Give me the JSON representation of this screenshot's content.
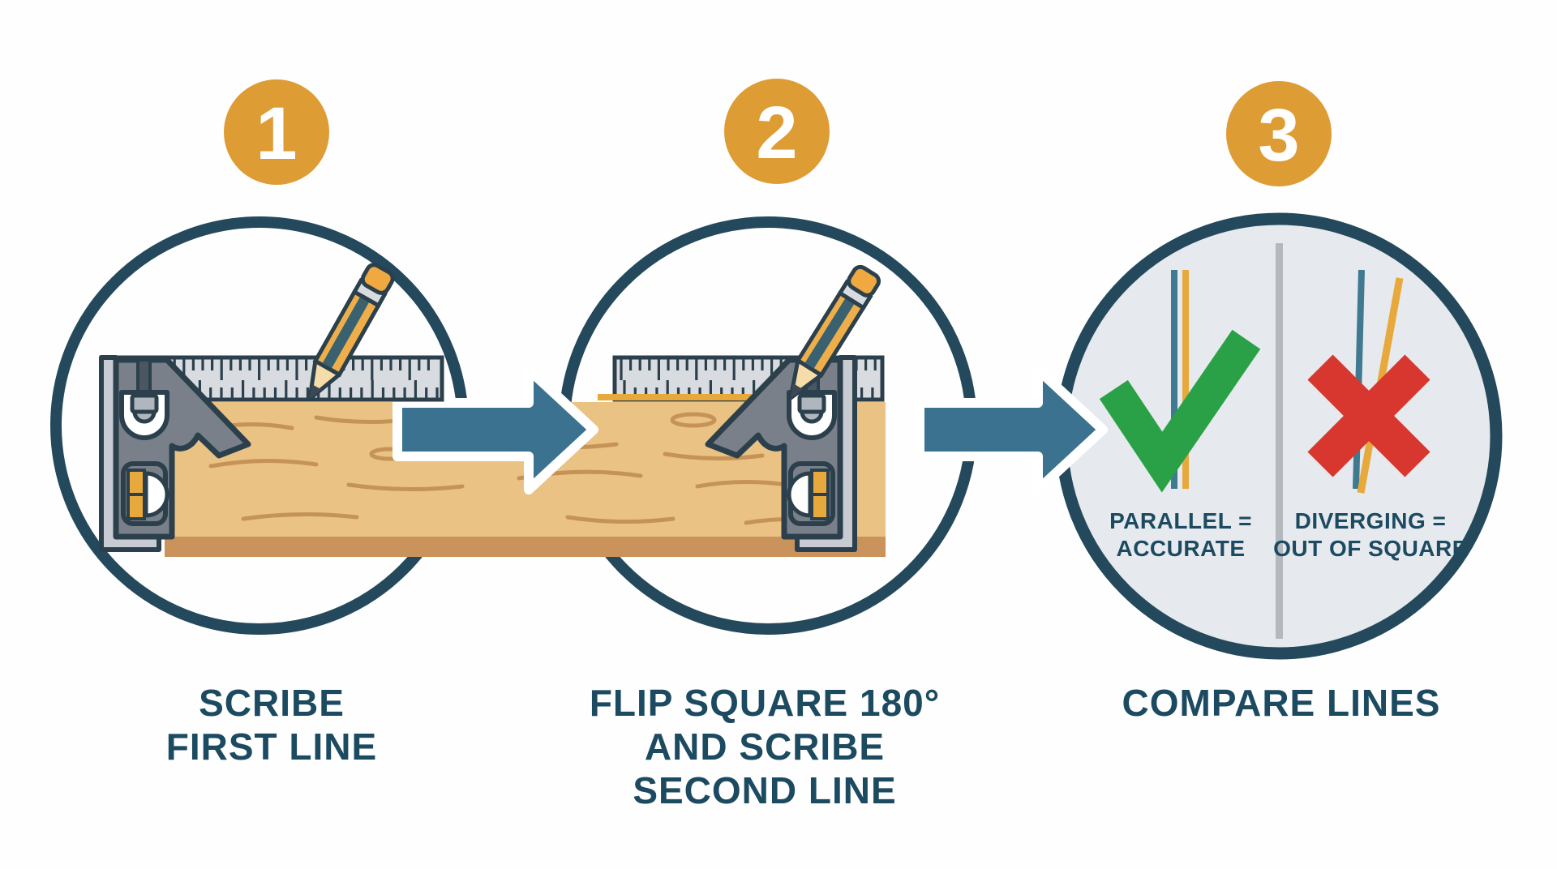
{
  "steps": [
    {
      "number": "1",
      "caption_lines": [
        "SCRIBE",
        "FIRST LINE"
      ]
    },
    {
      "number": "2",
      "caption_lines": [
        "FLIP SQUARE 180°",
        "AND SCRIBE",
        "SECOND LINE"
      ]
    },
    {
      "number": "3",
      "caption_lines": [
        "COMPARE LINES"
      ]
    }
  ],
  "comparison": {
    "left": {
      "result_icon": "check-icon",
      "lines": [
        "PARALLEL =",
        "ACCURATE"
      ]
    },
    "right": {
      "result_icon": "x-icon",
      "lines": [
        "DIVERGING =",
        "OUT OF SQUARE"
      ]
    }
  },
  "colors": {
    "badge": "#DE9C35",
    "caption_text": "#1C4A60",
    "circle_outline": "#24495C",
    "arrow": "#3A7290",
    "wood": "#EAC284",
    "wood_edge": "#C9935B",
    "wood_grain": "#C59356",
    "ruler_fill": "#D8DCE0",
    "tool_outline": "#2B404C",
    "head_gray": "#7A808A",
    "head_light": "#C8CCD2",
    "accent_yellow": "#E8A93C",
    "pencil_yellow": "#EEAF4B",
    "pencil_stripe": "#3A6170",
    "compare_fill": "#E6E9ED",
    "divider_gray": "#B4B9BE",
    "teal_line": "#3F7A90",
    "check": "#2AA147",
    "cross": "#D7372E"
  }
}
